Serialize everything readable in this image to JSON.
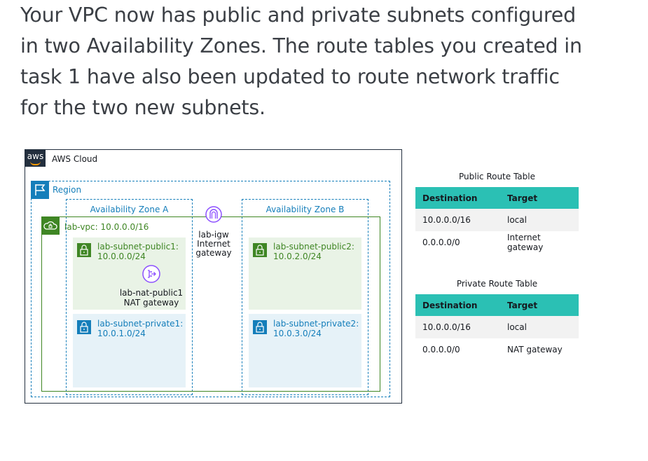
{
  "intro": {
    "line1": "Your VPC now has public and private subnets configured",
    "line2": "in two Availability Zones. The route tables you created in",
    "line3": "task 1 have also been updated to route network traffic",
    "line4": "for the two new subnets."
  },
  "diagram": {
    "logo": "aws",
    "cloud_label": "AWS Cloud",
    "region_label": "Region",
    "az_a_label": "Availability Zone A",
    "az_b_label": "Availability Zone B",
    "vpc_label": "lab-vpc: 10.0.0.0/16",
    "igw": {
      "line1": "lab-igw",
      "line2": "Internet",
      "line3": "gateway"
    },
    "nat": {
      "line1": "lab-nat-public1",
      "line2": "NAT gateway"
    },
    "subnets": [
      {
        "name": "lab-subnet-public1:",
        "cidr": "10.0.0.0/24"
      },
      {
        "name": "lab-subnet-public2:",
        "cidr": "10.0.2.0/24"
      },
      {
        "name": "lab-subnet-private1:",
        "cidr": "10.0.1.0/24"
      },
      {
        "name": "lab-subnet-private2:",
        "cidr": "10.0.3.0/24"
      }
    ],
    "icons": [
      "aws-logo",
      "region-flag-icon",
      "vpc-cloud-icon",
      "lock-icon",
      "internet-gateway-icon",
      "nat-gateway-icon"
    ],
    "colors": {
      "region": "#147eba",
      "vpc": "#3f8624",
      "aws": "#232f3e",
      "table_header": "#2bc0b4"
    }
  },
  "public_route_table": {
    "title": "Public Route Table",
    "headers": [
      "Destination",
      "Target"
    ],
    "rows": [
      {
        "destination": "10.0.0.0/16",
        "target": "local"
      },
      {
        "destination": "0.0.0.0/0",
        "target": "Internet gateway"
      }
    ]
  },
  "private_route_table": {
    "title": "Private Route Table",
    "headers": [
      "Destination",
      "Target"
    ],
    "rows": [
      {
        "destination": "10.0.0.0/16",
        "target": "local"
      },
      {
        "destination": "0.0.0.0/0",
        "target": "NAT gateway"
      }
    ]
  }
}
